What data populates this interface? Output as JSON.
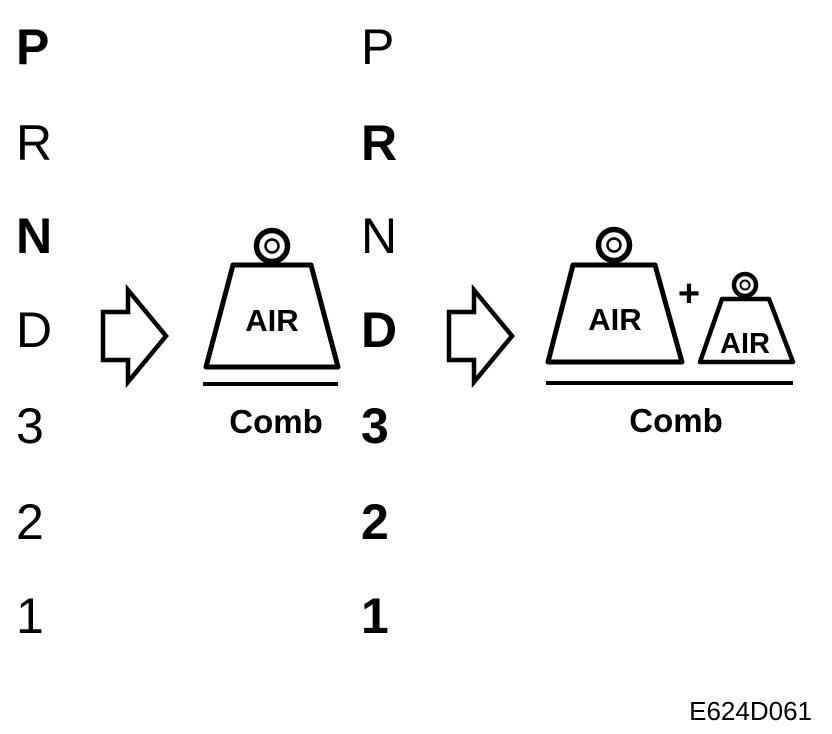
{
  "left_column": [
    {
      "text": "P",
      "bold": true
    },
    {
      "text": "R",
      "bold": false
    },
    {
      "text": "N",
      "bold": true
    },
    {
      "text": "D",
      "bold": false
    },
    {
      "text": "3",
      "bold": false
    },
    {
      "text": "2",
      "bold": false
    },
    {
      "text": "1",
      "bold": false
    }
  ],
  "right_column": [
    {
      "text": "P",
      "bold": false
    },
    {
      "text": "R",
      "bold": true
    },
    {
      "text": "N",
      "bold": false
    },
    {
      "text": "D",
      "bold": true
    },
    {
      "text": "3",
      "bold": true
    },
    {
      "text": "2",
      "bold": true
    },
    {
      "text": "1",
      "bold": true
    }
  ],
  "weight_text": "AIR",
  "plus_sign": "+",
  "label_1": "Comb",
  "label_2": "Comb",
  "reference_code": "E624D061",
  "icons": [
    "right-arrow-outline-icon",
    "weight-icon"
  ]
}
